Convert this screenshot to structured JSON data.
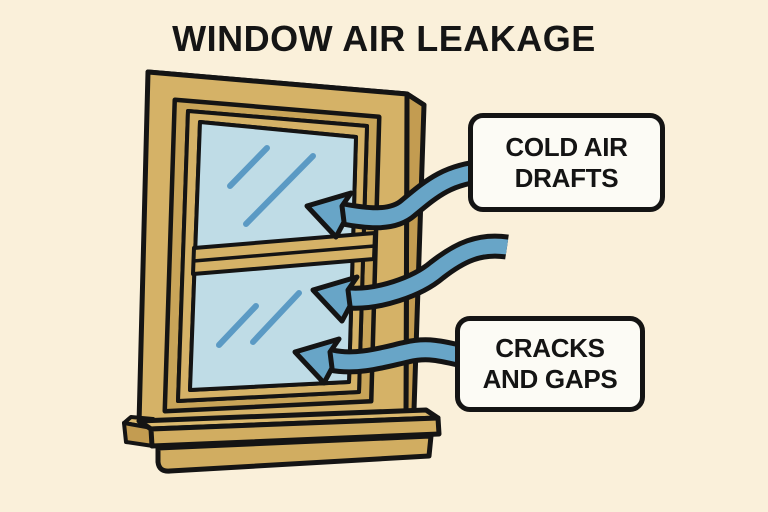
{
  "title": "WINDOW AIR LEAKAGE",
  "labels": [
    {
      "id": "cold-air-drafts",
      "line1": "COLD AIR",
      "line2": "DRAFTS"
    },
    {
      "id": "cracks-and-gaps",
      "line1": "CRACKS",
      "line2": "AND GAPS"
    }
  ],
  "icons": {
    "arrows": [
      "draft-arrow-top-icon",
      "draft-arrow-middle-icon",
      "draft-arrow-bottom-icon"
    ],
    "direction": "left-into-window"
  },
  "colors": {
    "background": "#FAF0DA",
    "outline": "#141414",
    "wood": "#D5B267",
    "wood_dark": "#C39C51",
    "wood_jamb": "#C8A458",
    "sill_top": "#DBB96E",
    "sill_front": "#D1AD61",
    "glass": "#BFDCE6",
    "reflection": "#5B9AC4",
    "arrow": "#68A5C7",
    "label_bg": "#FCFBF5",
    "text": "#151515"
  }
}
